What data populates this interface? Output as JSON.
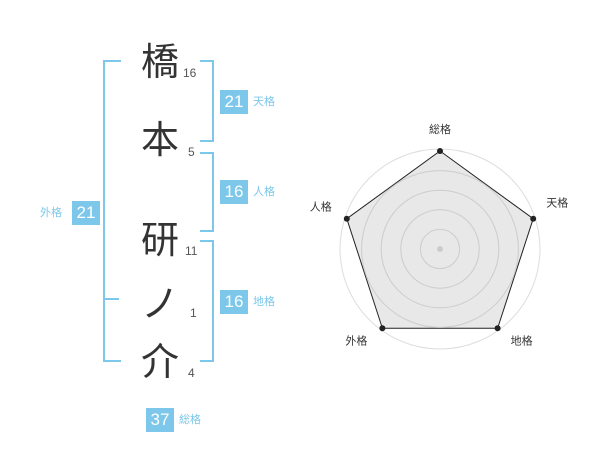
{
  "name": {
    "chars": [
      {
        "char": "橋",
        "strokes": "16"
      },
      {
        "char": "本",
        "strokes": "5"
      },
      {
        "char": "研",
        "strokes": "11"
      },
      {
        "char": "ノ",
        "strokes": "1"
      },
      {
        "char": "介",
        "strokes": "4"
      }
    ]
  },
  "fortunes": {
    "tenkaku": {
      "value": "21",
      "label": "天格"
    },
    "jinkaku": {
      "value": "16",
      "label": "人格"
    },
    "chikaku": {
      "value": "16",
      "label": "地格"
    },
    "gaikaku": {
      "value": "21",
      "label": "外格"
    },
    "soukaku": {
      "value": "37",
      "label": "総格"
    }
  },
  "colors": {
    "accent": "#7cc7ea",
    "text": "#333333",
    "radar_fill": "#e8e8e8",
    "radar_stroke": "#222222"
  },
  "chart_data": {
    "type": "radar",
    "axes": [
      "総格",
      "天格",
      "地格",
      "外格",
      "人格"
    ],
    "values": [
      5,
      5,
      5,
      5,
      5
    ],
    "max": 5,
    "rings": 5,
    "title": ""
  }
}
